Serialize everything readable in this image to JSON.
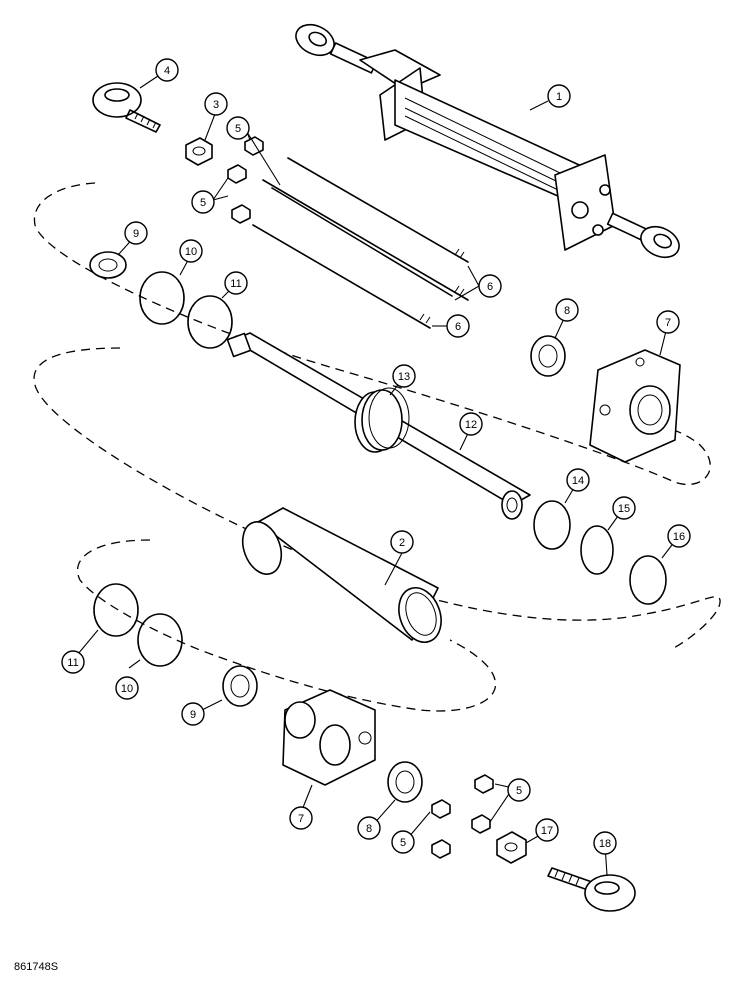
{
  "drawing_code": "861748S",
  "callouts": [
    {
      "id": "c1",
      "label": "1"
    },
    {
      "id": "c2",
      "label": "2"
    },
    {
      "id": "c3",
      "label": "3"
    },
    {
      "id": "c4",
      "label": "4"
    },
    {
      "id": "c5a",
      "label": "5"
    },
    {
      "id": "c5b",
      "label": "5"
    },
    {
      "id": "c5c",
      "label": "5"
    },
    {
      "id": "c5d",
      "label": "5"
    },
    {
      "id": "c6a",
      "label": "6"
    },
    {
      "id": "c6b",
      "label": "6"
    },
    {
      "id": "c7a",
      "label": "7"
    },
    {
      "id": "c7b",
      "label": "7"
    },
    {
      "id": "c8a",
      "label": "8"
    },
    {
      "id": "c8b",
      "label": "8"
    },
    {
      "id": "c9a",
      "label": "9"
    },
    {
      "id": "c9b",
      "label": "9"
    },
    {
      "id": "c10a",
      "label": "10"
    },
    {
      "id": "c10b",
      "label": "10"
    },
    {
      "id": "c11a",
      "label": "11"
    },
    {
      "id": "c11b",
      "label": "11"
    },
    {
      "id": "c12",
      "label": "12"
    },
    {
      "id": "c13",
      "label": "13"
    },
    {
      "id": "c14",
      "label": "14"
    },
    {
      "id": "c15",
      "label": "15"
    },
    {
      "id": "c16",
      "label": "16"
    },
    {
      "id": "c17",
      "label": "17"
    },
    {
      "id": "c18",
      "label": "18"
    }
  ]
}
